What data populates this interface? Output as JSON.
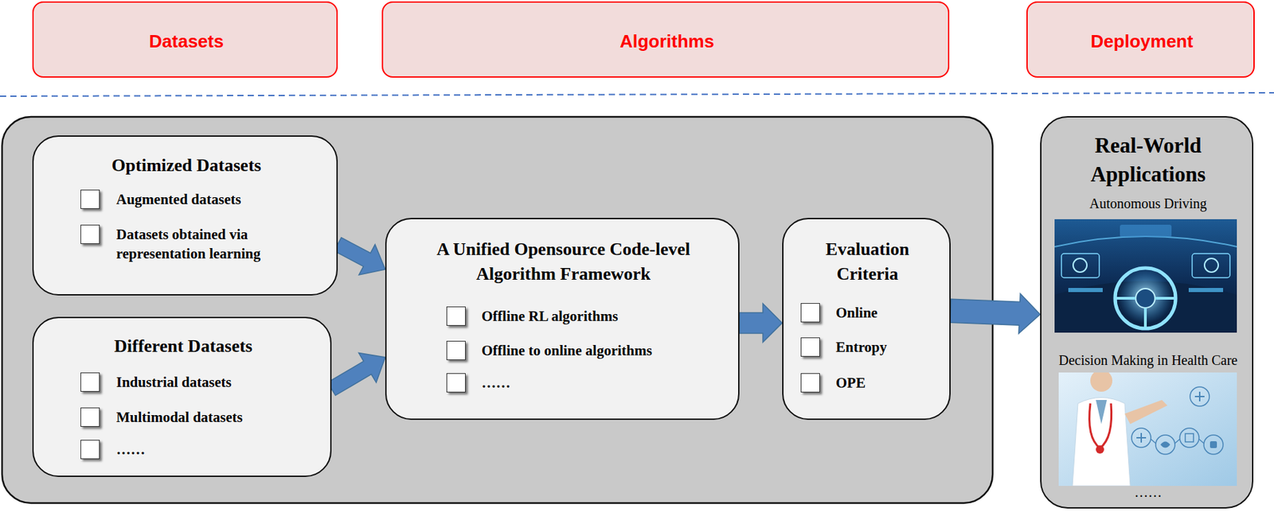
{
  "diagram": {
    "nodes": [
      {
        "text": [
          "Datasets"
        ]
      },
      {
        "text": [
          "Algorithms"
        ]
      },
      {
        "text": [
          "Deployment"
        ]
      },
      {
        "text": [
          "Optimized Datasets",
          "Augmented datasets",
          "Datasets obtained via representation learning"
        ]
      },
      {
        "text": [
          "Different Datasets",
          "Industrial datasets",
          "Multimodal datasets",
          "……"
        ]
      },
      {
        "text": [
          "A Unified Opensource Code-level Algorithm Framework",
          "Offline RL algorithms",
          "Offline to online algorithms",
          "……"
        ]
      },
      {
        "text": [
          "Evaluation Criteria",
          "Online",
          "Entropy",
          "OPE"
        ]
      },
      {
        "text": [
          "Real-World Applications",
          "Autonomous Driving",
          "Decision Making in Health Care",
          "……"
        ]
      }
    ],
    "edges": [
      {
        "from": 3,
        "to": 5,
        "arrow": "to"
      },
      {
        "from": 4,
        "to": 5,
        "arrow": "to"
      },
      {
        "from": 5,
        "to": 6,
        "arrow": "to"
      },
      {
        "from": 6,
        "to": 7,
        "arrow": "to"
      }
    ]
  }
}
